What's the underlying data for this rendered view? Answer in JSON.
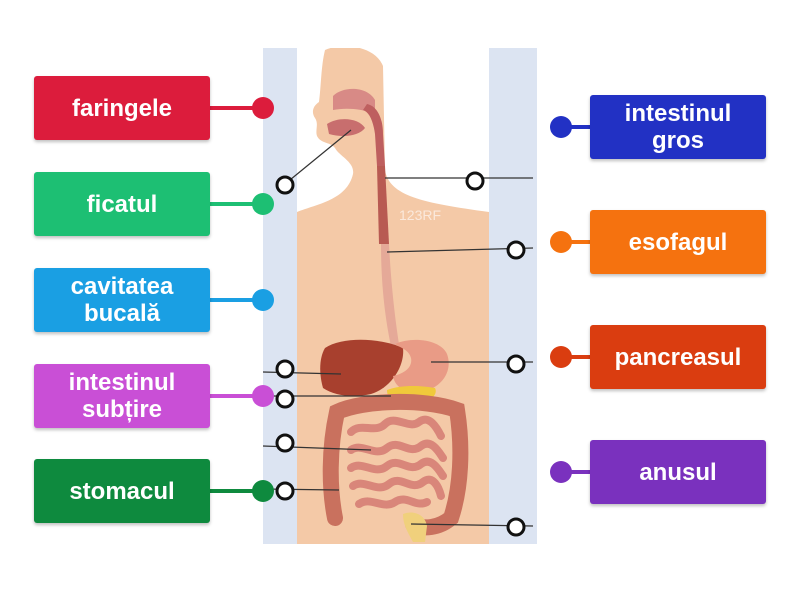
{
  "labels_left": [
    {
      "id": "faringele",
      "text": "faringele",
      "color": "#DC1C3C"
    },
    {
      "id": "ficatul",
      "text": "ficatul",
      "color": "#1DBF73"
    },
    {
      "id": "cavitatea-bucala",
      "text": "cavitatea\nbucală",
      "color": "#1A9FE3"
    },
    {
      "id": "intestinul-subtire",
      "text": "intestinul\nsubțire",
      "color": "#C94FD6"
    },
    {
      "id": "stomacul",
      "text": "stomacul",
      "color": "#0E8A3E"
    }
  ],
  "labels_right": [
    {
      "id": "intestinul-gros",
      "text": "intestinul\ngros",
      "color": "#2231C4"
    },
    {
      "id": "esofagul",
      "text": "esofagul",
      "color": "#F5720F"
    },
    {
      "id": "pancreasul",
      "text": "pancreasul",
      "color": "#DA3D10"
    },
    {
      "id": "anusul",
      "text": "anusul",
      "color": "#7A31BE"
    }
  ],
  "watermark": "123RF",
  "colors": {
    "panel_bg": "#DCE4F2",
    "skin": "#F4C9A7",
    "liver": "#A8402E",
    "stomach": "#E99B86",
    "intestine": "#D9867A",
    "colon": "#C9715E",
    "pancreas": "#F0C93B"
  }
}
